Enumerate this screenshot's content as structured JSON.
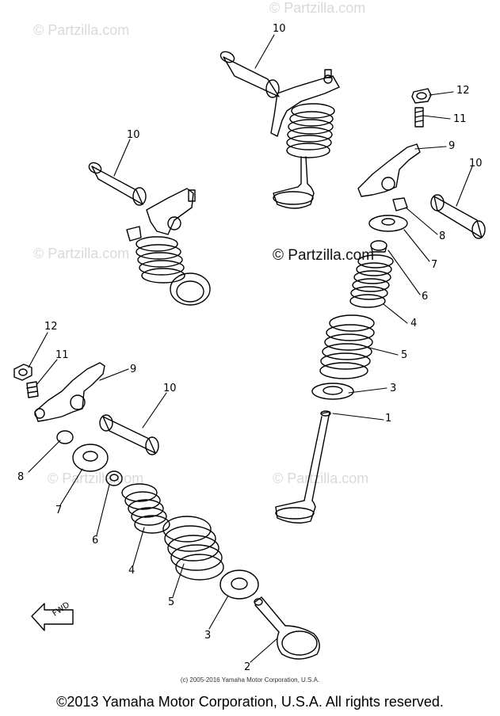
{
  "watermark_text": "© Partzilla.com",
  "diagram_copyright": "(c) 2005-2016 Yamaha Motor Corporation, U.S.A.",
  "footer_copyright": "©2013 Yamaha Motor Corporation, U.S.A. All rights reserved.",
  "fwd_label": "FWD",
  "callouts": {
    "c1": "1",
    "c2": "2",
    "c3a": "3",
    "c3b": "3",
    "c4a": "4",
    "c4b": "4",
    "c5a": "5",
    "c5b": "5",
    "c6a": "6",
    "c6b": "6",
    "c7a": "7",
    "c7b": "7",
    "c8a": "8",
    "c8b": "8",
    "c9a": "9",
    "c9b": "9",
    "c10a": "10",
    "c10b": "10",
    "c10c": "10",
    "c10d": "10",
    "c11a": "11",
    "c11b": "11",
    "c12a": "12",
    "c12b": "12"
  },
  "colors": {
    "ink": "#000000",
    "watermark": "#d9d9d9",
    "background": "#ffffff"
  }
}
